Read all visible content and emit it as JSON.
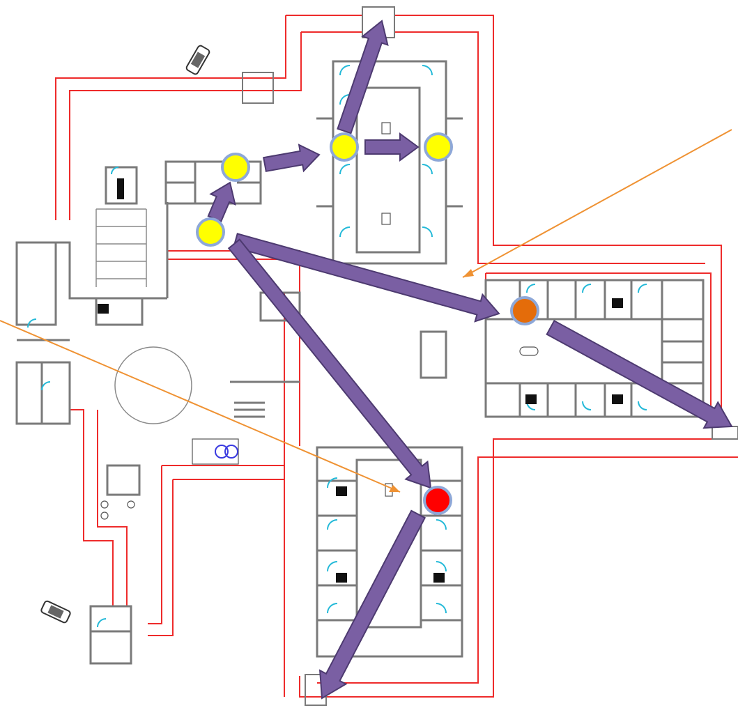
{
  "colors": {
    "route_arrow": "#7a5fa3",
    "waypoint": "#ffff00",
    "alert_point": "#ff0000",
    "target_point": "#e46c0a",
    "pointer_line": "#ef9233",
    "exterior_wall": "#ee2b2b",
    "door_swing": "#23b9d8"
  },
  "markers": [
    {
      "name": "waypoint-1",
      "kind": "waypoint"
    },
    {
      "name": "waypoint-2",
      "kind": "waypoint"
    },
    {
      "name": "waypoint-3",
      "kind": "waypoint"
    },
    {
      "name": "waypoint-4",
      "kind": "waypoint"
    },
    {
      "name": "target-point",
      "kind": "target"
    },
    {
      "name": "alert-point",
      "kind": "alert"
    }
  ],
  "icons": [
    "vehicle-icon",
    "vehicle-icon"
  ]
}
